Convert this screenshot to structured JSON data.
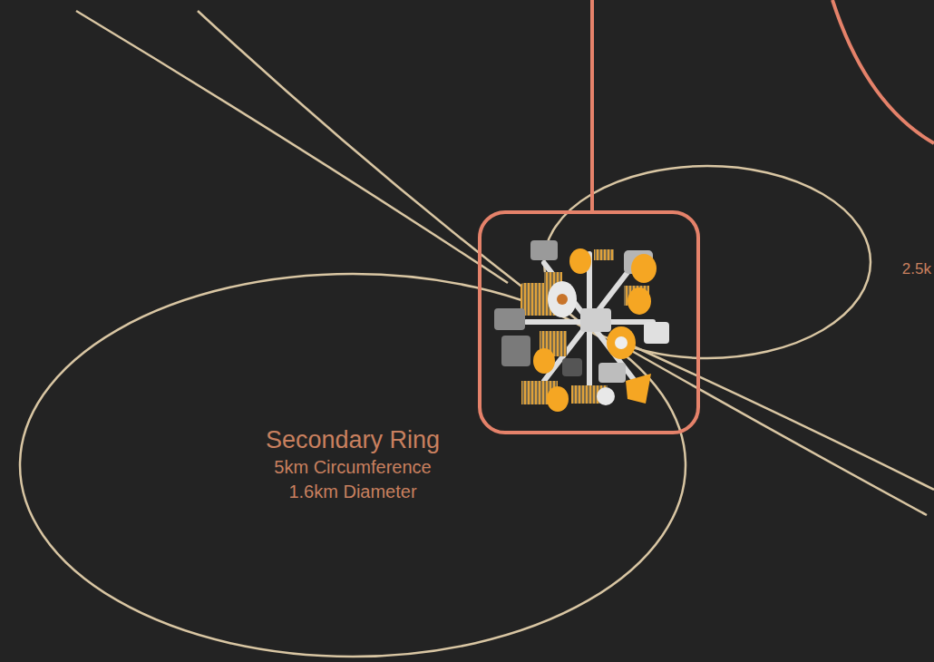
{
  "diagram": {
    "nodes": [
      {
        "text": [
          "Secondary Ring",
          "5km Circumference",
          "1.6km Diameter"
        ]
      }
    ],
    "labels": [
      "2.5k"
    ]
  }
}
